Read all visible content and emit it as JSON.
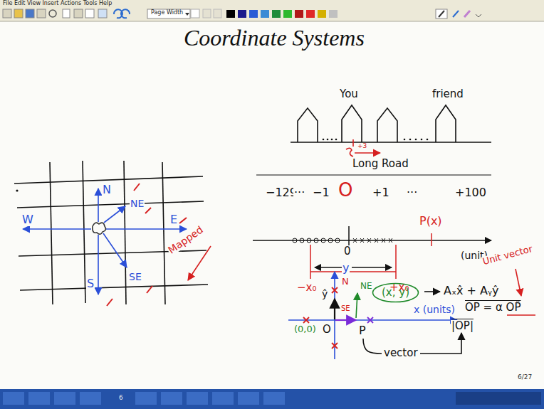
{
  "diagram": {
    "title": "Coordinate Systems",
    "nodes": [
      {
        "text": [
          "(x, y)"
        ]
      }
    ],
    "labels": [
      "File  Edit  View  Insert  Actions  Tools  Help",
      "Page Width",
      "You",
      "friend",
      "+3",
      "Long Road",
      "−129",
      "···",
      "−1",
      "O",
      "+1",
      "···",
      "+100",
      "N",
      "NE",
      "E",
      "W",
      "S",
      "SE",
      "Mapped",
      "P(x)",
      "0",
      "(unit)",
      "−x₀",
      "+x₀",
      "y",
      "ŷ",
      "N",
      "SE",
      "NE",
      "Aₓx̂ + Aᵧŷ",
      "OP = α OP̂",
      "Unit vector",
      "|OP|",
      "x (units)",
      "(0,0)",
      "O",
      "P",
      "vector",
      "6/27",
      "6"
    ]
  }
}
